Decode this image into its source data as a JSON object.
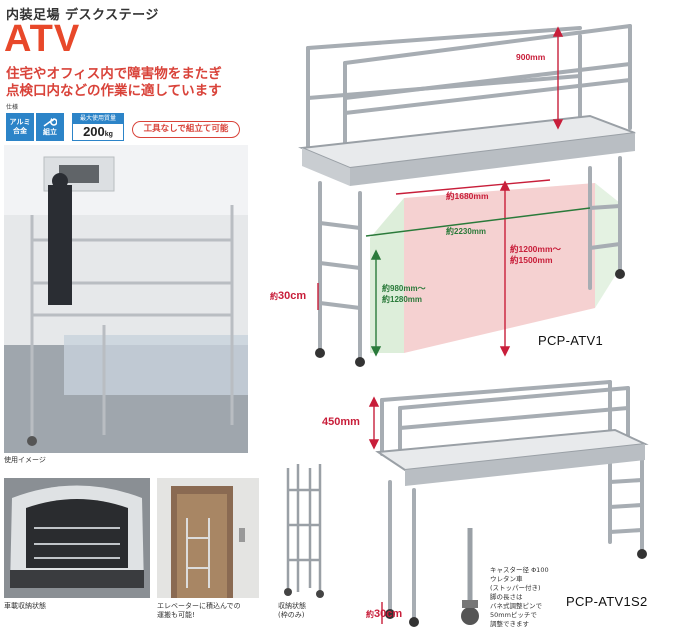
{
  "header": {
    "subtitle": "内装足場 デスクステージ",
    "model": "ATV",
    "tagline_1": "住宅やオフィス内で障害物をまたぎ",
    "tagline_2": "点検口内などの作業に適しています",
    "spec_label": "仕様"
  },
  "specs": {
    "material_1": "アルミ",
    "material_2": "合金",
    "assembly": "組立",
    "max_load_label": "最大使用質量",
    "max_load_value": "200",
    "max_load_unit": "kg",
    "tool_free": "工具なしで組立て可能"
  },
  "photos": {
    "usage_caption": "使用イメージ",
    "car_caption": "車載収納状態",
    "elevator_caption_1": "エレベーターに積込んでの",
    "elevator_caption_2": "運搬も可能!",
    "storage_caption_1": "収納状態",
    "storage_caption_2": "(枠のみ)"
  },
  "product1": {
    "name": "PCP-ATV1",
    "dim_rail": "900mm",
    "dim_length": "約1680mm",
    "dim_width": "約2230mm",
    "dim_height_1": "約1200mm〜",
    "dim_height_2": "約1500mm",
    "dim_under_1": "約980mm〜",
    "dim_under_2": "約1280mm",
    "dim_caster_prefix": "約",
    "dim_caster_value": "30cm"
  },
  "product2": {
    "name": "PCP-ATV1S2",
    "dim_rail": "450mm",
    "dim_caster_prefix": "約",
    "dim_caster_value": "30cm",
    "caster_note": [
      "キャスター径 Φ100",
      "ウレタン車",
      "(ストッパー付き)",
      "脚の長さは",
      "バネ式調整ピンで",
      "50mmピッチで",
      "調整できます"
    ]
  },
  "colors": {
    "accent_red": "#e8482a",
    "spec_blue": "#2c84c8",
    "dim_red": "#c81e3a",
    "dim_green": "#2a7a3a"
  }
}
